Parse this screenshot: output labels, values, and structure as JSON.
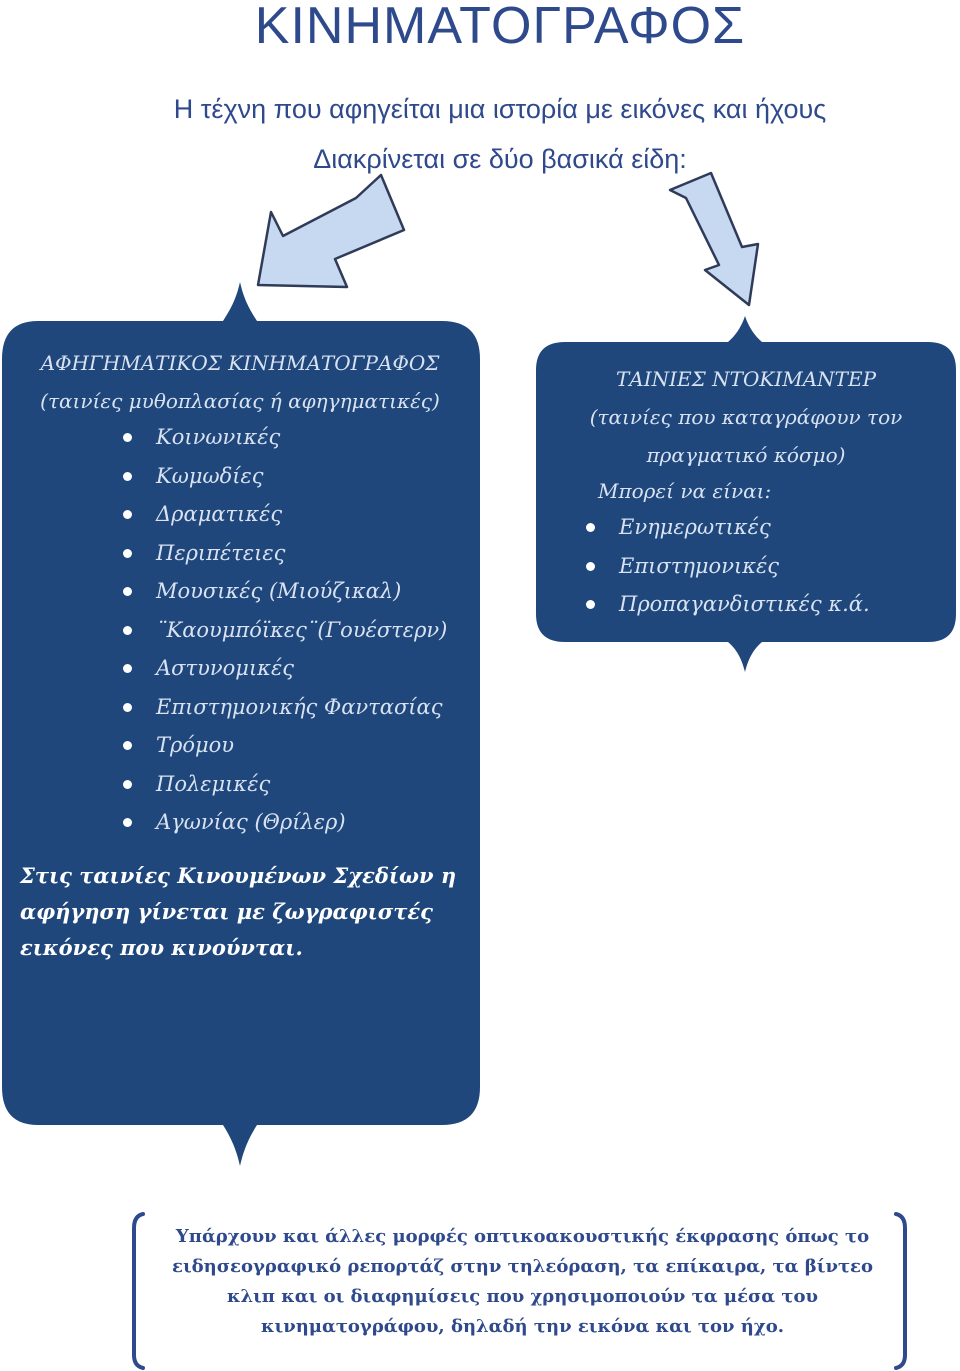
{
  "page": {
    "title": "ΚΙΝΗΜΑΤΟΓΡΑΦΟΣ",
    "subtitle_line1": "Η τέχνη που αφηγείται μια ιστορία με εικόνες και ήχους",
    "subtitle_line2": "Διακρίνεται σε δύο βασικά είδη:"
  },
  "narrative_box": {
    "heading_line1": "ΑΦΗΓΗΜΑΤΙΚΟΣ ΚΙΝΗΜΑΤΟΓΡΑΦΟΣ",
    "heading_line2": "(ταινίες μυθοπλασίας ή αφηγηματικές)",
    "items": [
      "Κοινωνικές",
      "Κωμωδίες",
      "Δραματικές",
      "Περιπέτειες",
      "Μουσικές (Μιούζικαλ)",
      "¨Καουμπόϊκες¨(Γουέστερν)",
      "Αστυνομικές",
      "Επιστημονικής Φαντασίας",
      "Τρόμου",
      "Πολεμικές",
      "Αγωνίας (Θρίλερ)"
    ],
    "animation_note": "Στις ταινίες Κινουμένων Σχεδίων η αφήγηση γίνεται με ζωγραφιστές εικόνες που κινούνται."
  },
  "documentary_box": {
    "heading_line1": "ΤΑΙΝΙΕΣ ΝΤΟΚΙΜΑΝΤΕΡ",
    "heading_line2": "(ταινίες που καταγράφουν τον",
    "heading_line3": "πραγματικό κόσμο)",
    "subheading": "Μπορεί να είναι:",
    "items": [
      "Ενημερωτικές",
      "Επιστημονικές",
      "Προπαγανδιστικές κ.ά."
    ]
  },
  "bottom_note": "Υπάρχουν και άλλες μορφές οπτικοακουστικής έκφρασης όπως το ειδησεογραφικό ρεπορτάζ στην τηλεόραση, τα επίκαιρα, τα βίντεο κλιπ και οι διαφημίσεις που χρησιμοποιούν τα μέσα του κινηματογράφου, δηλαδή την εικόνα και τον ήχο.",
  "colors": {
    "box_fill": "#1f477c",
    "heading_blue": "#2f4a8c",
    "arrow_fill": "#c6d9f1",
    "box_text": "#d8e2f1"
  }
}
